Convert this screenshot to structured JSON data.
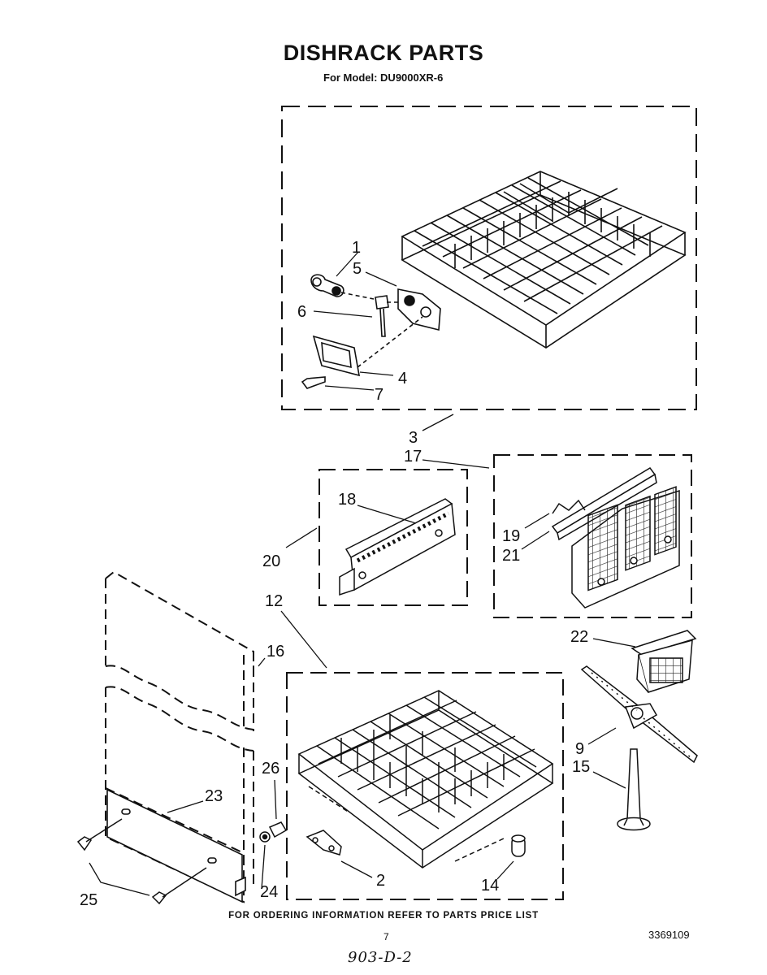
{
  "header": {
    "title": "DISHRACK PARTS",
    "subtitle": "For Model: DU9000XR-6"
  },
  "callouts": [
    "1",
    "5",
    "6",
    "4",
    "7",
    "3",
    "17",
    "18",
    "20",
    "19",
    "21",
    "12",
    "16",
    "22",
    "9",
    "15",
    "26",
    "23",
    "24",
    "25",
    "2",
    "14"
  ],
  "footer": {
    "ordering_note": "FOR ORDERING INFORMATION REFER TO PARTS PRICE LIST",
    "page_number": "7",
    "document_number": "3369109",
    "handwritten_note": "903-D-2"
  }
}
